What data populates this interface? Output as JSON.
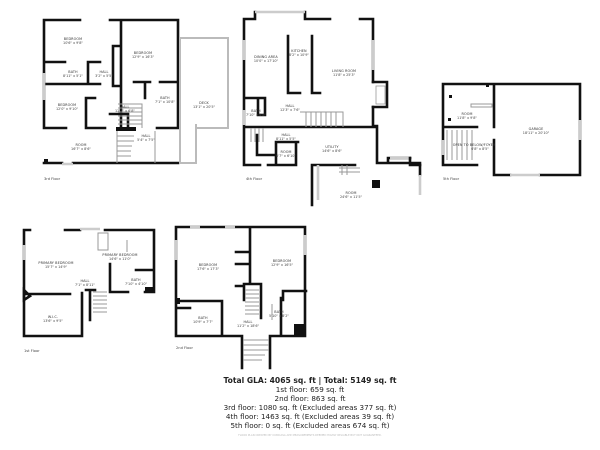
{
  "floors": [
    {
      "label": "3rd Floor",
      "rooms": [
        {
          "name": "BEDROOM",
          "dim": "10'6\" x 9'8\""
        },
        {
          "name": "BEDROOM",
          "dim": "12'9\" x 16'3\""
        },
        {
          "name": "BATH",
          "dim": "8'11\" x 5'1\""
        },
        {
          "name": "HALL",
          "dim": "3'2\" x 5'5\""
        },
        {
          "name": "BEDROOM",
          "dim": "12'0\" x 9'10\""
        },
        {
          "name": "HALL",
          "dim": "12'7\" x 6'8\""
        },
        {
          "name": "BATH",
          "dim": "7'1\" x 10'8\""
        },
        {
          "name": "DECK",
          "dim": "13'1\" x 20'5\""
        },
        {
          "name": "HALL",
          "dim": "5'4\" x 7'5\""
        },
        {
          "name": "ROOM",
          "dim": "16'7\" x 8'6\""
        }
      ]
    },
    {
      "label": "4th Floor",
      "rooms": [
        {
          "name": "DINING AREA",
          "dim": "10'0\" x 17'10\""
        },
        {
          "name": "KITCHEN",
          "dim": "8'2\" x 10'9\""
        },
        {
          "name": "LIVING ROOM",
          "dim": "11'8\" x 25'3\""
        },
        {
          "name": "HALL",
          "dim": "12'3\" x 7'6\""
        },
        {
          "name": "BATH",
          "dim": "7'10\" x 6'8\""
        },
        {
          "name": "HALL",
          "dim": "8'11\" x 5'5\""
        },
        {
          "name": "ROOM",
          "dim": "6'7\" x 6'10\""
        },
        {
          "name": "UTILITY",
          "dim": "14'6\" x 8'6\""
        },
        {
          "name": "ROOM",
          "dim": "24'6\" x 11'5\""
        }
      ]
    },
    {
      "label": "5th Floor",
      "rooms": [
        {
          "name": "ROOM",
          "dim": "11'8\" x 9'8\""
        },
        {
          "name": "OPEN TO BELOW/FOYER",
          "dim": "6'8\" x 8'5\""
        },
        {
          "name": "GARAGE",
          "dim": "18'11\" x 20'10\""
        }
      ]
    },
    {
      "label": "1st Floor",
      "rooms": [
        {
          "name": "PRIMARY BEDROOM",
          "dim": "15'7\" x 14'9\""
        },
        {
          "name": "PRIMARY BEDROOM",
          "dim": "14'6\" x 11'0\""
        },
        {
          "name": "HALL",
          "dim": "7'1\" x 8'11\""
        },
        {
          "name": "BATH",
          "dim": "7'10\" x 4'10\""
        },
        {
          "name": "W.I.C.",
          "dim": "13'6\" x 9'5\""
        }
      ]
    },
    {
      "label": "2nd Floor",
      "rooms": [
        {
          "name": "BEDROOM",
          "dim": "17'6\" x 17'3\""
        },
        {
          "name": "BEDROOM",
          "dim": "12'9\" x 16'5\""
        },
        {
          "name": "BATH",
          "dim": "10'9\" x 7'7\""
        },
        {
          "name": "HALL",
          "dim": "11'2\" x 18'6\""
        },
        {
          "name": "BATH",
          "dim": "5'10\" x 8'2\""
        }
      ]
    }
  ],
  "summary": {
    "total": "Total GLA: 4065 sq. ft | Total: 5149 sq. ft",
    "lines": [
      "1st floor: 659 sq. ft",
      "2nd floor: 863 sq. ft",
      "3rd floor: 1080 sq. ft (Excluded areas 377 sq. ft)",
      "4th floor: 1463 sq. ft (Excluded areas 39 sq. ft)",
      "5th floor: 0 sq. ft (Excluded areas 674 sq. ft)"
    ],
    "disclaimer": "FLOOR PLAN CREATED BY CUBICASA APP. MEASUREMENTS DEEMED HIGHLY RELIABLE BUT NOT GUARANTEED."
  }
}
